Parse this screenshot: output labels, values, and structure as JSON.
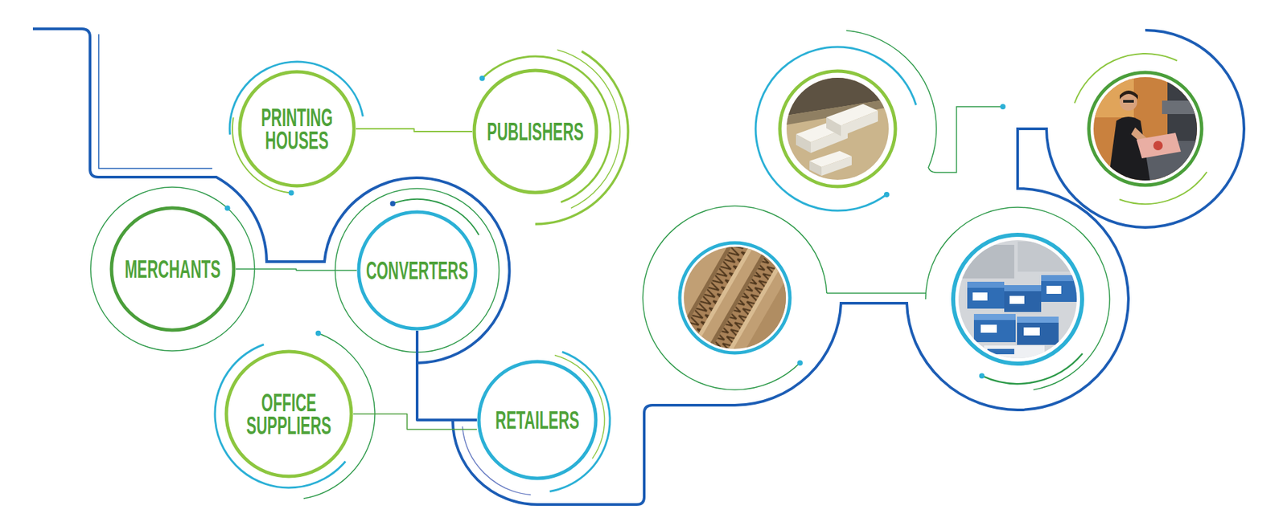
{
  "diagram": {
    "nodes": [
      {
        "text": [
          "PRINTING HOUSES"
        ]
      },
      {
        "text": [
          "PUBLISHERS"
        ]
      },
      {
        "text": [
          "MERCHANTS"
        ]
      },
      {
        "text": [
          "CONVERTERS"
        ]
      },
      {
        "text": [
          "OFFICE SUPPLIERS"
        ]
      },
      {
        "text": [
          "RETAILERS"
        ]
      }
    ],
    "edges": [
      {
        "from": 0,
        "to": 1,
        "arrow": "none"
      },
      {
        "from": 2,
        "to": 3,
        "arrow": "none"
      },
      {
        "from": 3,
        "to": 5,
        "arrow": "none"
      },
      {
        "from": 4,
        "to": 5,
        "arrow": "none"
      }
    ]
  }
}
